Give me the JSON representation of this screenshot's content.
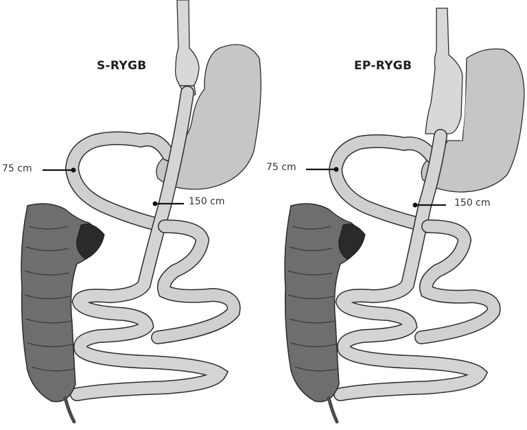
{
  "diagram": {
    "description": "Comparison of two Roux-en-Y gastric bypass configurations",
    "panels": [
      {
        "id": "left",
        "title": "S-RYGB",
        "labels": {
          "biliopancreatic_limb": "75 cm",
          "alimentary_limb": "150 cm"
        }
      },
      {
        "id": "right",
        "title": "EP-RYGB",
        "labels": {
          "biliopancreatic_limb": "75 cm",
          "alimentary_limb": "150 cm"
        }
      }
    ],
    "colors": {
      "background": "#ffffff",
      "organ_fill": "#c8c8c8",
      "organ_light": "#dcdcdc",
      "colon_fill": "#6e6e6e",
      "colon_dark": "#2a2a2a",
      "outline": "#2b2b2b",
      "text": "#1e1e1e"
    }
  }
}
